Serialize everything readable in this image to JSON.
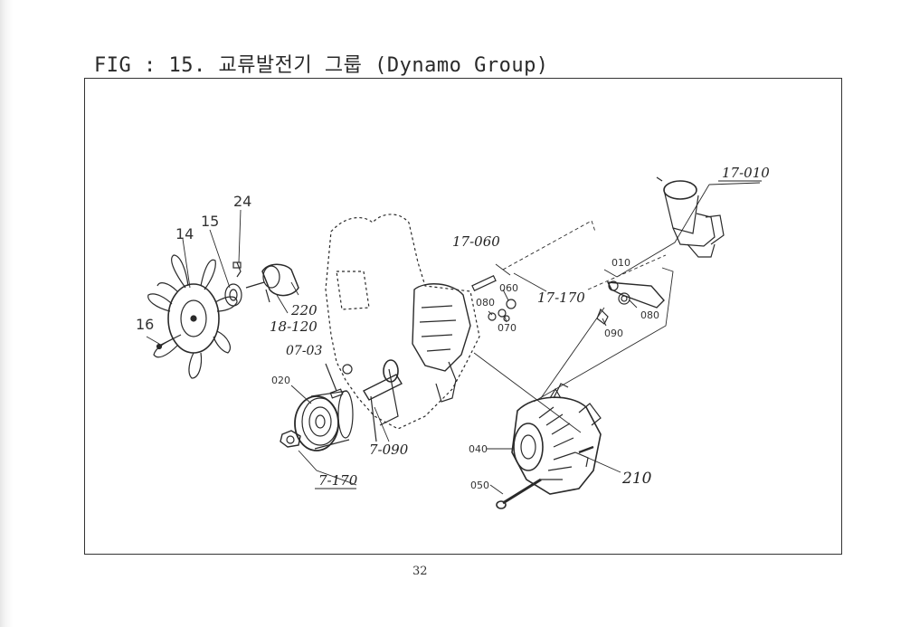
{
  "header": {
    "figure_title": "FIG : 15. 교류발전기 그룹 (Dynamo Group)"
  },
  "diagram": {
    "labels": {
      "l_24": "24",
      "l_15": "15",
      "l_14": "14",
      "l_16": "16",
      "l_220": "220",
      "l_18_120": "18-120",
      "l_07_03": "07-03",
      "l_020": "020",
      "l_7_170": "7-170",
      "l_7_090": "7-090",
      "l_17_060": "17-060",
      "l_060": "060",
      "l_080a": "080",
      "l_070": "070",
      "l_17_170": "17-170",
      "l_17_010": "17-010",
      "l_010": "010",
      "l_080b": "080",
      "l_090": "090",
      "l_040": "040",
      "l_050": "050",
      "l_210": "210"
    }
  },
  "footer": {
    "page_number": "32"
  }
}
